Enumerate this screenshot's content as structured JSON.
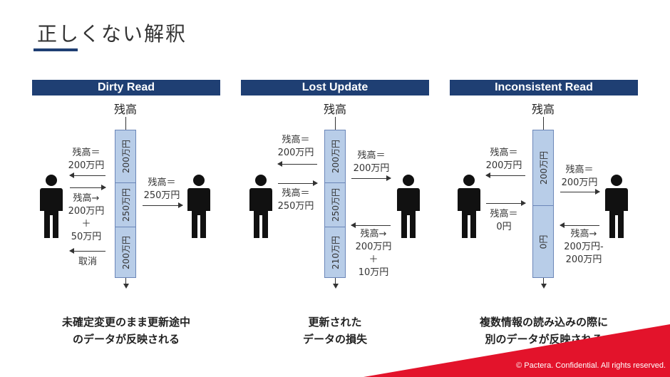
{
  "title": "正しくない解釈",
  "balance_label": "残高",
  "panels": [
    {
      "header": "Dirty Read",
      "segments": [
        "200万円",
        "250万円",
        "200万円"
      ],
      "labels": [
        "残高＝\n200万円",
        "残高→\n200万円\n＋\n50万円",
        "取消",
        "残高＝\n250万円"
      ],
      "caption": "未確定変更のまま更新途中\nのデータが反映される"
    },
    {
      "header": "Lost Update",
      "segments": [
        "200万円",
        "250万円",
        "210万円"
      ],
      "labels": [
        "残高＝\n200万円",
        "残高＝\n250万円",
        "残高＝\n200万円",
        "残高→\n200万円\n＋\n10万円"
      ],
      "caption": "更新された\nデータの損失"
    },
    {
      "header": "Inconsistent Read",
      "segments": [
        "200万円",
        "0円"
      ],
      "labels": [
        "残高＝\n200万円",
        "残高＝\n0円",
        "残高＝\n200万円",
        "残高→\n200万円-\n200万円"
      ],
      "caption": "複数情報の読み込みの際に\n別のデータが反映される"
    }
  ],
  "footer": {
    "copyright": "© Pactera. Confidential. All rights reserved.",
    "accent_color": "#e3132b",
    "brand_color": "#1f3f73"
  }
}
